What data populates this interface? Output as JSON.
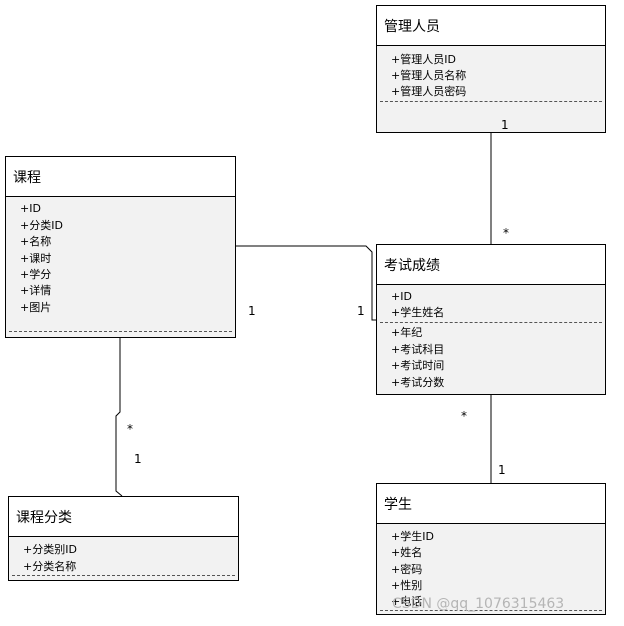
{
  "classes": {
    "admin": {
      "title": "管理人员",
      "attrs": [
        "+管理人员ID",
        "+管理人员名称",
        "+管理人员密码"
      ]
    },
    "course": {
      "title": "课程",
      "attrs": [
        "+ID",
        "+分类ID",
        "+名称",
        "+课时",
        "+学分",
        "+详情",
        "+图片"
      ]
    },
    "exam": {
      "title": "考试成绩",
      "attrs_top": [
        "+ID",
        "+学生姓名"
      ],
      "attrs_bottom": [
        "+年纪",
        "+考试科目",
        "+考试时间",
        "+考试分数"
      ]
    },
    "category": {
      "title": "课程分类",
      "attrs": [
        "+分类别ID",
        "+分类名称"
      ]
    },
    "student": {
      "title": "学生",
      "attrs": [
        "+学生ID",
        "+姓名",
        "+密码",
        "+性别",
        "+电话"
      ]
    }
  },
  "multiplicities": {
    "admin_side": "1",
    "exam_admin_side": "*",
    "course_exam_side": "1",
    "exam_course_side": "1",
    "course_category_star": "*",
    "course_category_one": "1",
    "exam_student_star": "*",
    "student_side": "1"
  },
  "watermark": "CSDN @qq_1076315463"
}
